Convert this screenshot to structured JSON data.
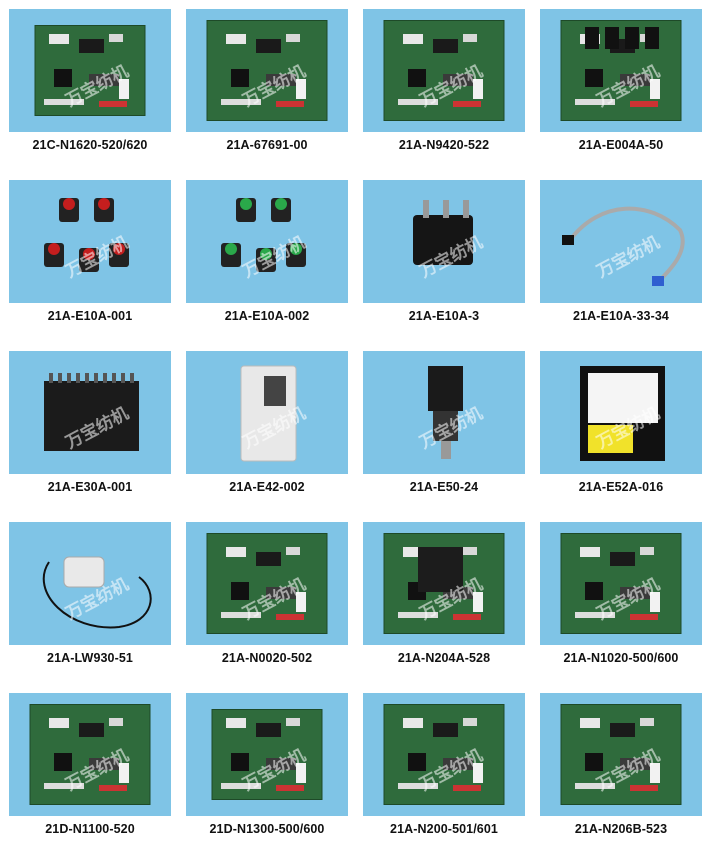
{
  "watermark": "万宝纺机",
  "accent_color": "#7fc4e6",
  "products": [
    {
      "label": "21C-N1620-520/620",
      "kind": "small-board"
    },
    {
      "label": "21A-67691-00",
      "kind": "board"
    },
    {
      "label": "21A-N9420-522",
      "kind": "board"
    },
    {
      "label": "21A-E004A-50",
      "kind": "relay-board"
    },
    {
      "label": "21A-E10A-001",
      "kind": "buttons-red"
    },
    {
      "label": "21A-E10A-002",
      "kind": "buttons-green"
    },
    {
      "label": "21A-E10A-3",
      "kind": "rocker-switch"
    },
    {
      "label": "21A-E10A-33-34",
      "kind": "cable"
    },
    {
      "label": "21A-E30A-001",
      "kind": "black-box"
    },
    {
      "label": "21A-E42-002",
      "kind": "inverter"
    },
    {
      "label": "21A-E50-24",
      "kind": "sensor"
    },
    {
      "label": "21A-E52A-016",
      "kind": "chip-label"
    },
    {
      "label": "21A-LW930-51",
      "kind": "wire-sensor"
    },
    {
      "label": "21A-N0020-502",
      "kind": "board"
    },
    {
      "label": "21A-N204A-528",
      "kind": "heatsink-board"
    },
    {
      "label": "21A-N1020-500/600",
      "kind": "board"
    },
    {
      "label": "21D-N1100-520",
      "kind": "board"
    },
    {
      "label": "21D-N1300-500/600",
      "kind": "small-board"
    },
    {
      "label": "21A-N200-501/601",
      "kind": "board"
    },
    {
      "label": "21A-N206B-523",
      "kind": "board"
    }
  ]
}
